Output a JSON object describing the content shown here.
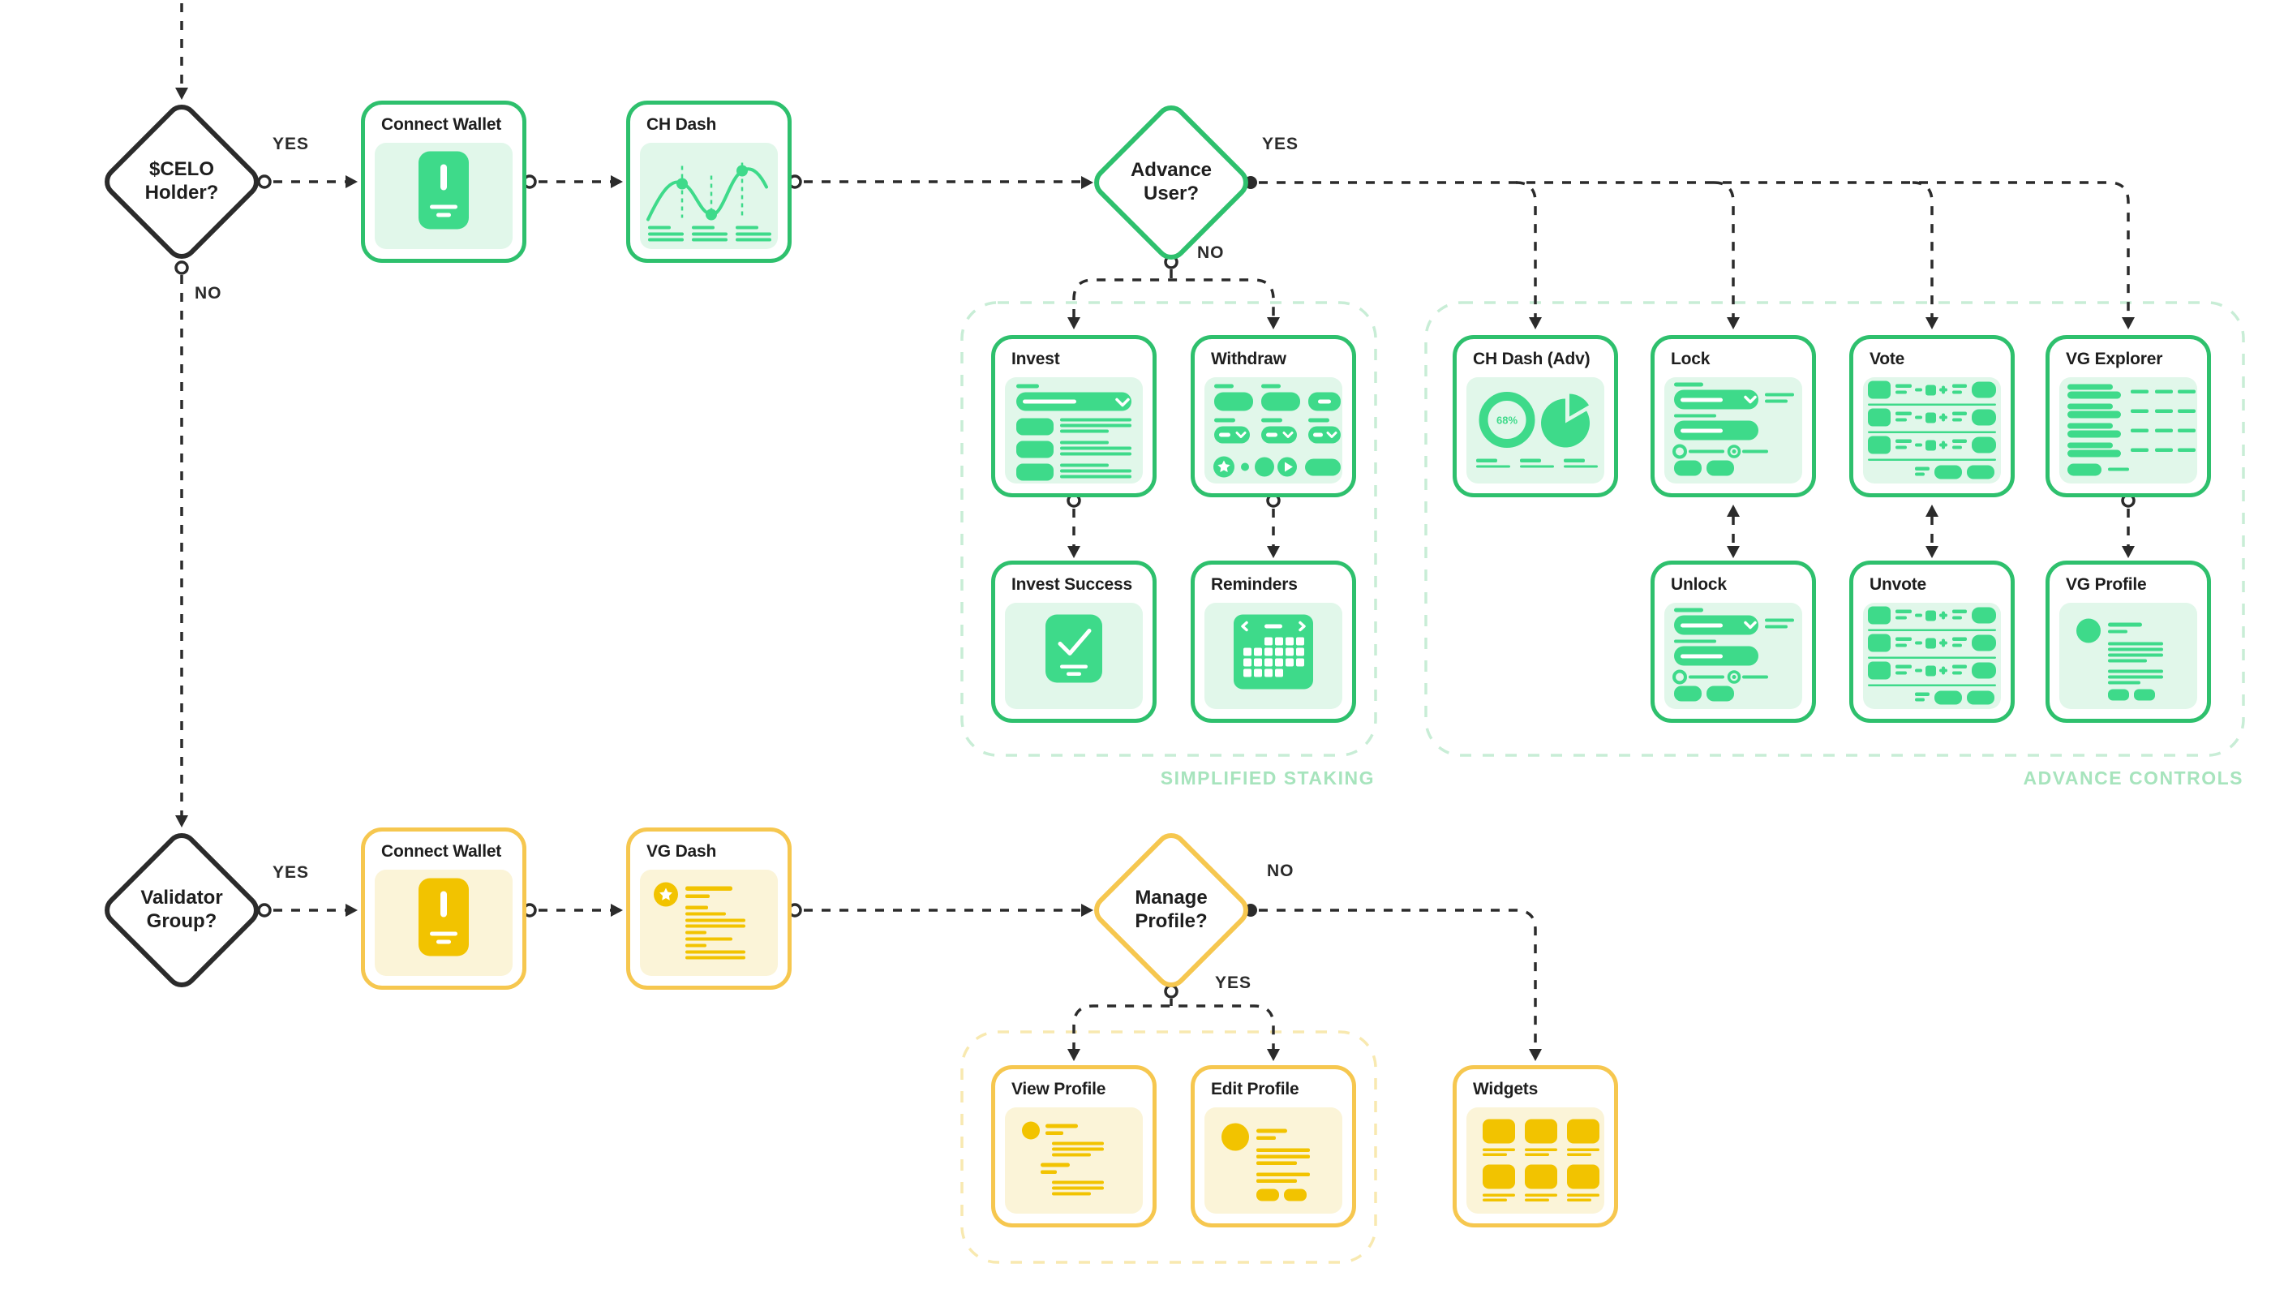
{
  "palette": {
    "ink": "#2b2b2b",
    "title_text": "#1e1e1e",
    "green_border": "#2ec06d",
    "green_fill_light": "#e1f7ea",
    "green_wireframe": "#3eda8a",
    "green_group_outline": "#c8edd6",
    "green_group_label": "#a7e4bd",
    "yellow_border": "#f6c74f",
    "yellow_fill_light": "#fbf4d8",
    "yellow_wireframe": "#f2c300",
    "yellow_group_outline": "#f8e9b0"
  },
  "decisions": {
    "celo": {
      "label": "$CELO Holder?"
    },
    "advance": {
      "label": "Advance User?"
    },
    "validator": {
      "label": "Validator Group?"
    },
    "manage": {
      "label": "Manage Profile?"
    }
  },
  "edge_labels": {
    "celo_yes": "YES",
    "celo_no": "NO",
    "advance_yes": "YES",
    "advance_no": "NO",
    "validator_yes": "YES",
    "manage_no": "NO",
    "manage_yes": "YES"
  },
  "nodes": {
    "connect_wallet_top": {
      "title": "Connect Wallet"
    },
    "ch_dash": {
      "title": "CH Dash"
    },
    "invest": {
      "title": "Invest"
    },
    "withdraw": {
      "title": "Withdraw"
    },
    "invest_success": {
      "title": "Invest Success"
    },
    "reminders": {
      "title": "Reminders"
    },
    "ch_dash_adv": {
      "title": "CH Dash (Adv)",
      "gauge_value": "68%"
    },
    "lock": {
      "title": "Lock"
    },
    "vote": {
      "title": "Vote"
    },
    "vg_explorer": {
      "title": "VG Explorer"
    },
    "unlock": {
      "title": "Unlock"
    },
    "unvote": {
      "title": "Unvote"
    },
    "vg_profile": {
      "title": "VG Profile"
    },
    "connect_wallet_bottom": {
      "title": "Connect Wallet"
    },
    "vg_dash": {
      "title": "VG Dash"
    },
    "view_profile": {
      "title": "View Profile"
    },
    "edit_profile": {
      "title": "Edit Profile"
    },
    "widgets": {
      "title": "Widgets"
    }
  },
  "groups": {
    "simplified_staking": {
      "label": "SIMPLIFIED STAKING"
    },
    "advance_controls": {
      "label": "ADVANCE CONTROLS"
    }
  },
  "icon_names": [
    "wallet-alert-icon",
    "line-chart-icon",
    "invest-form-icon",
    "withdraw-controls-icon",
    "success-check-icon",
    "calendar-icon",
    "donut-pie-stats-icon",
    "lock-form-icon",
    "vote-list-icon",
    "explorer-table-icon",
    "profile-summary-icon",
    "star-list-icon",
    "view-profile-icon",
    "edit-profile-icon",
    "widgets-grid-icon"
  ]
}
